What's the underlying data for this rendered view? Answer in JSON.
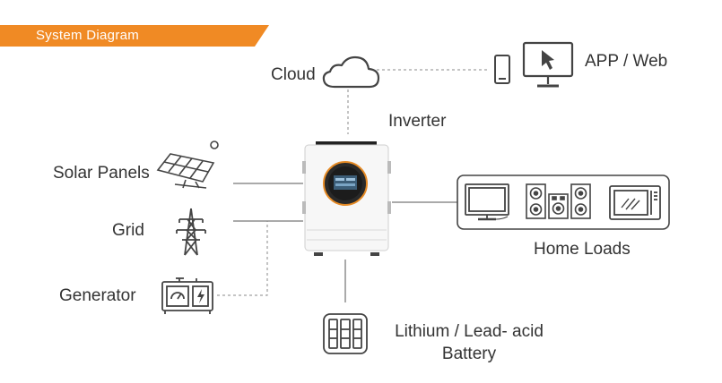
{
  "header": {
    "title": "System Diagram"
  },
  "labels": {
    "cloud": "Cloud",
    "app_web": "APP / Web",
    "inverter": "Inverter",
    "solar": "Solar Panels",
    "grid": "Grid",
    "generator": "Generator",
    "home_loads": "Home Loads",
    "battery_line1": "Lithium / Lead- acid",
    "battery_line2": "Battery"
  },
  "colors": {
    "accent": "#f08a24",
    "icon_stroke": "#444444",
    "line": "#555555",
    "dashed_line": "#888888"
  }
}
